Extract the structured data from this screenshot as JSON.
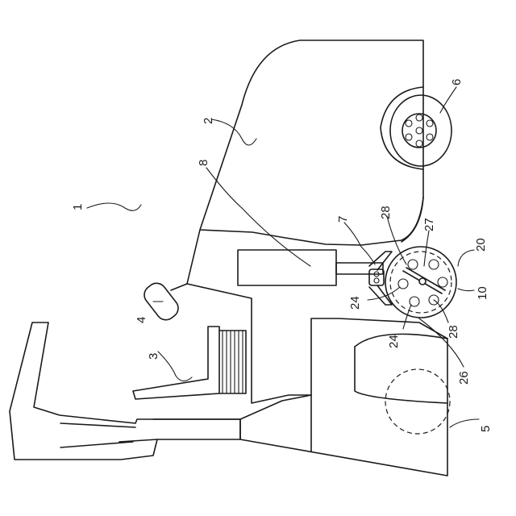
{
  "labels": {
    "l1": "1",
    "l2": "2",
    "l3": "3",
    "l4": "4",
    "l5": "5",
    "l6": "6",
    "l7": "7",
    "l8": "8",
    "l10": "10",
    "l20": "20",
    "l24a": "24",
    "l24b": "24",
    "l26": "26",
    "l27": "27",
    "l28a": "28",
    "l28b": "28"
  }
}
